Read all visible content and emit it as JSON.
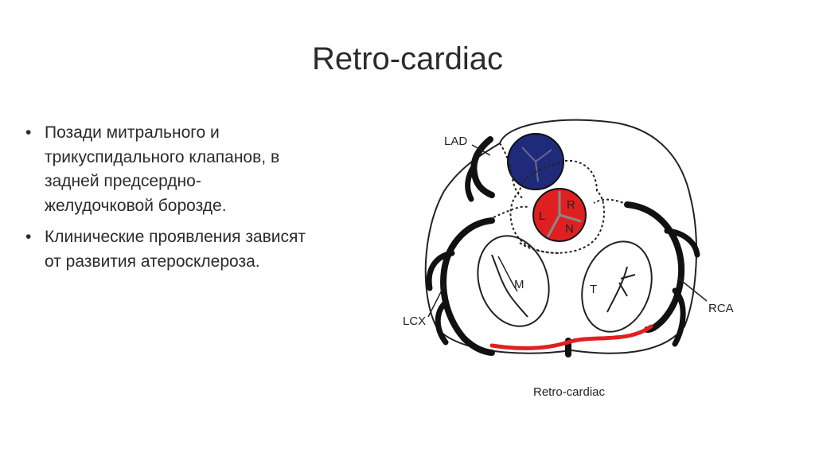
{
  "slide": {
    "title": "Retro-cardiac"
  },
  "bullets": [
    "Позади митрального и\nтрикуспидального клапанов, в\nзадней предсердно-\nжелудочковой борозде.",
    "Клинические проявления зависят\nот развития атеросклероза."
  ],
  "diagram": {
    "labels": {
      "lad": "LAD",
      "lcx": "LCX",
      "rca": "RCA",
      "mitral": "M",
      "tricuspid": "T",
      "left_cusp": "L",
      "right_cusp": "R",
      "noncoronary_cusp": "N",
      "caption": "Retro-cardiac"
    },
    "colors": {
      "pulmonary_valve": "#1f2a7a",
      "aortic_valve": "#e02020",
      "retro_cardiac_segment": "#e02020",
      "vessel": "#111111"
    }
  }
}
